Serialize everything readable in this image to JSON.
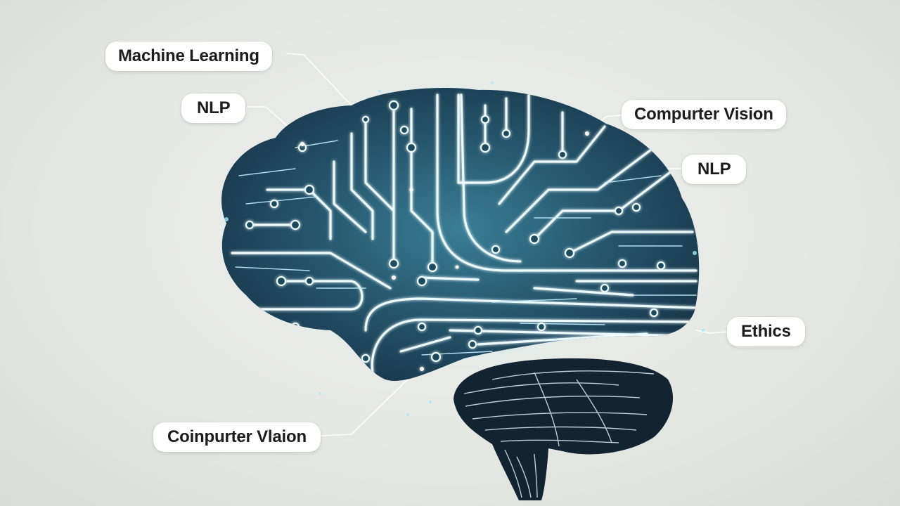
{
  "labels": {
    "machine_learning": "Machine Learning",
    "nlp_left": "NLP",
    "computer_vision_right": "Compurter Vision",
    "nlp_right": "NLP",
    "ethics": "Ethics",
    "computer_vision_left": "Coinpurter Vlaion"
  },
  "colors": {
    "background": "#e6e8e4",
    "brain_dark": "#1c3848",
    "brain_glow": "#8fe6ff",
    "circuit_line": "#eafcff",
    "cerebellum": "#15242e",
    "connector": "#ffffff"
  }
}
